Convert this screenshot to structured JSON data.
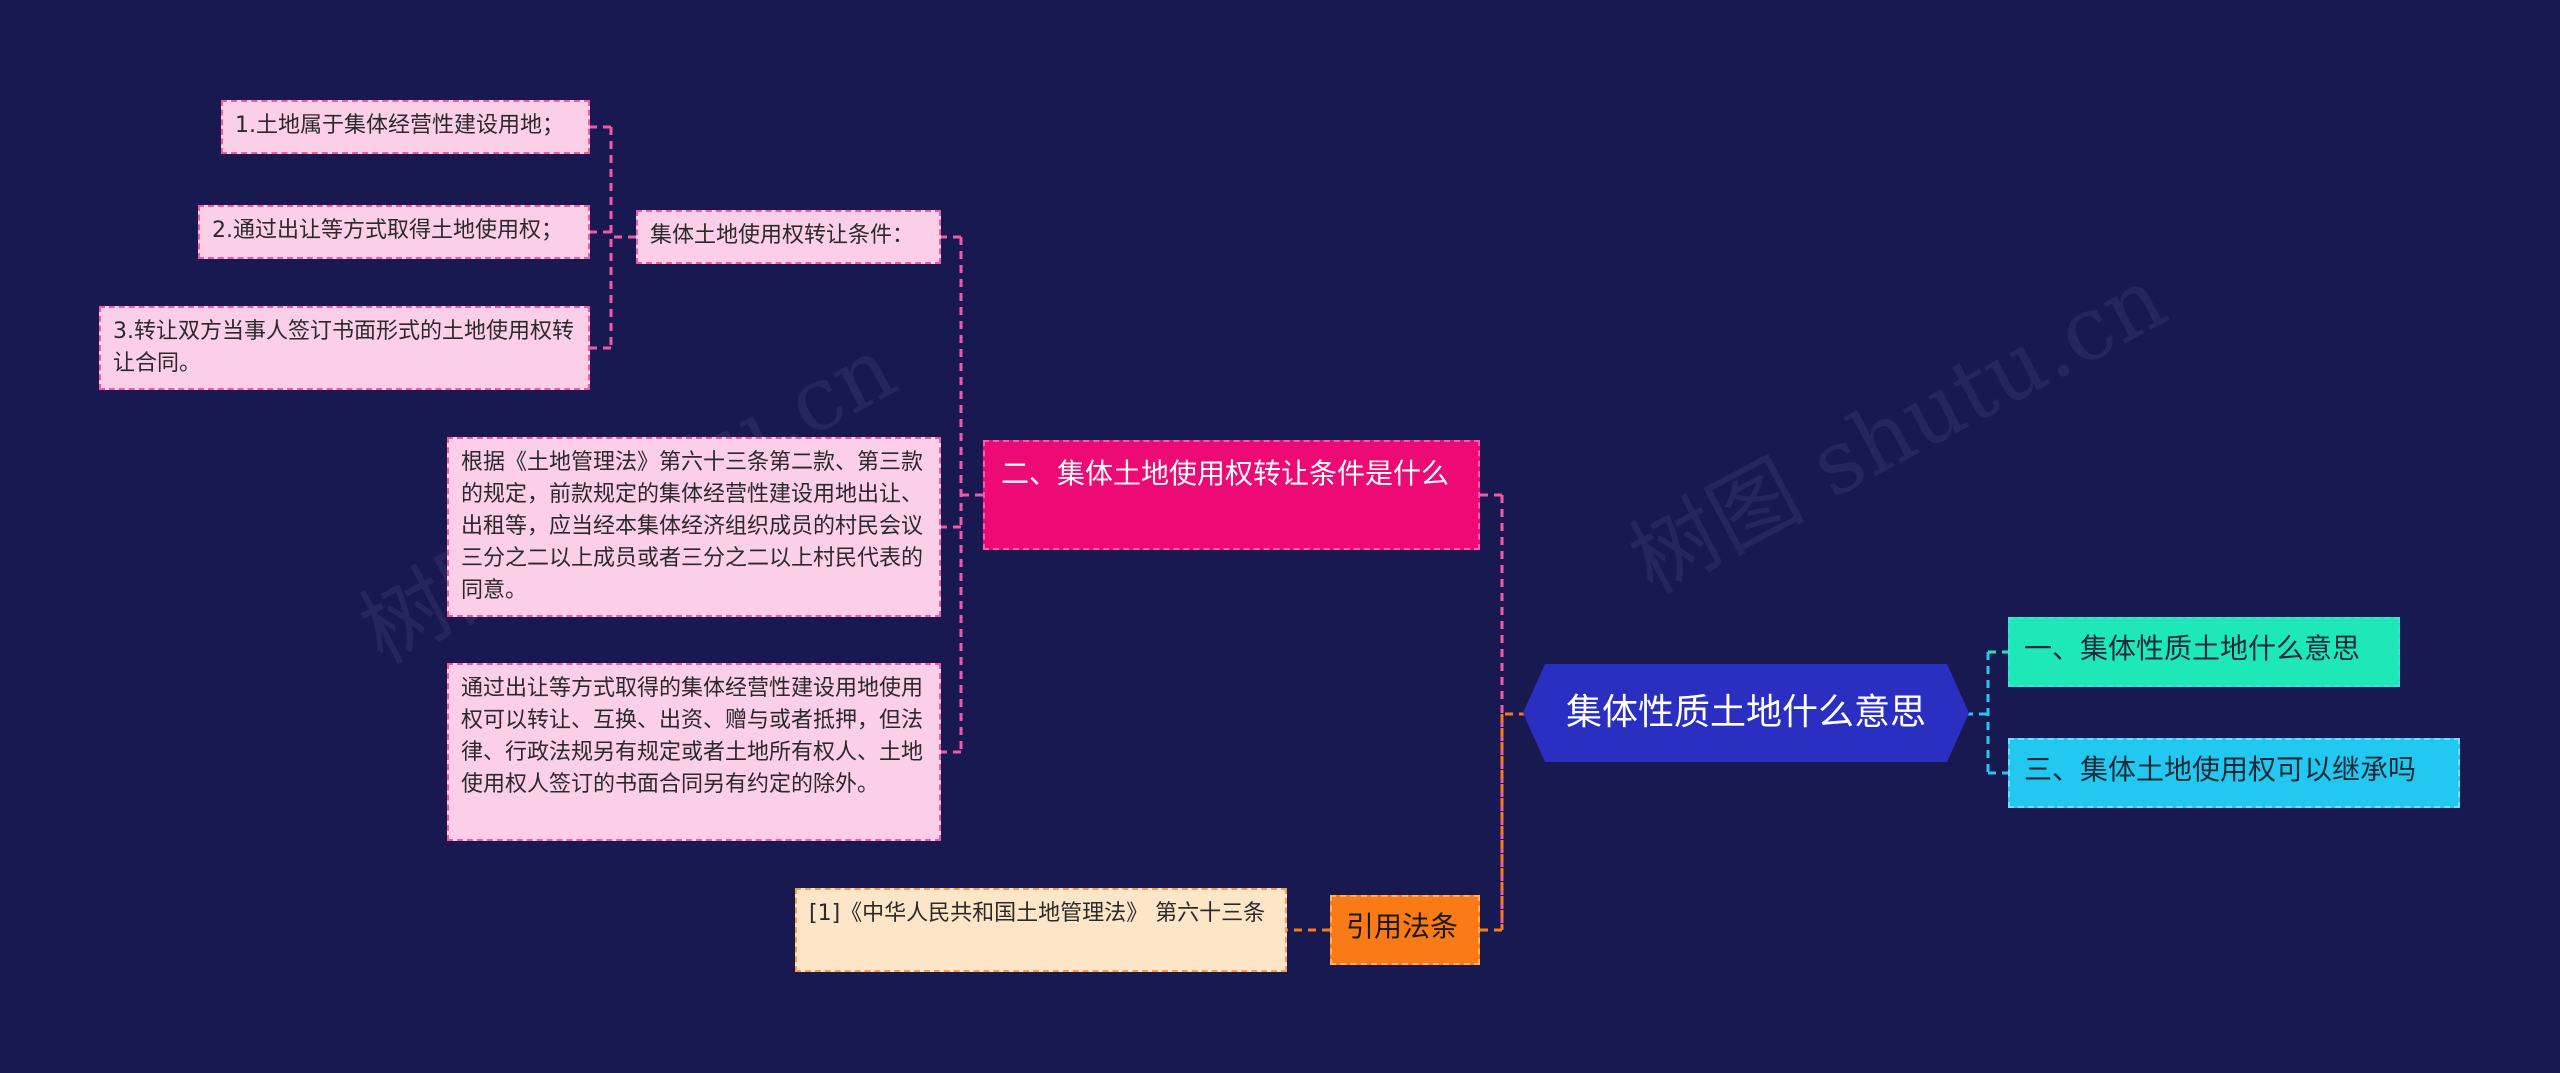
{
  "root": {
    "label": "集体性质土地什么意思"
  },
  "right_branches": [
    {
      "label": "一、集体性质土地什么意思"
    },
    {
      "label": "三、集体土地使用权可以继承吗"
    }
  ],
  "branch_transfer": {
    "label": "二、集体土地使用权转让条件是什么",
    "conditions_node": {
      "label": "集体土地使用权转让条件："
    },
    "conditions": [
      "1.土地属于集体经营性建设用地；",
      "2.通过出让等方式取得土地使用权；",
      "3.转让双方当事人签订书面形式的土地使用权转让合同。"
    ],
    "paragraph_1": "根据《土地管理法》第六十三条第二款、第三款的规定，前款规定的集体经营性建设用地出让、出租等，应当经本集体经济组织成员的村民会议三分之二以上成员或者三分之二以上村民代表的同意。",
    "paragraph_2": "通过出让等方式取得的集体经营性建设用地使用权可以转让、互换、出资、赠与或者抵押，但法律、行政法规另有规定或者土地所有权人、土地使用权人签订的书面合同另有约定的除外。"
  },
  "branch_law": {
    "label": "引用法条",
    "citation": "[1]《中华人民共和国土地管理法》 第六十三条"
  },
  "watermarks": [
    "树图 shutu.cn",
    "树图 shutu.cn"
  ],
  "colors": {
    "background": "#181951",
    "root": "#2a2fc2",
    "magenta": "#ee0a74",
    "orange": "#f97a16",
    "teal": "#1fe8b8",
    "cyan": "#22c8f0",
    "pink_leaf": "#fbcfe8",
    "peach_leaf": "#fde6c8"
  }
}
